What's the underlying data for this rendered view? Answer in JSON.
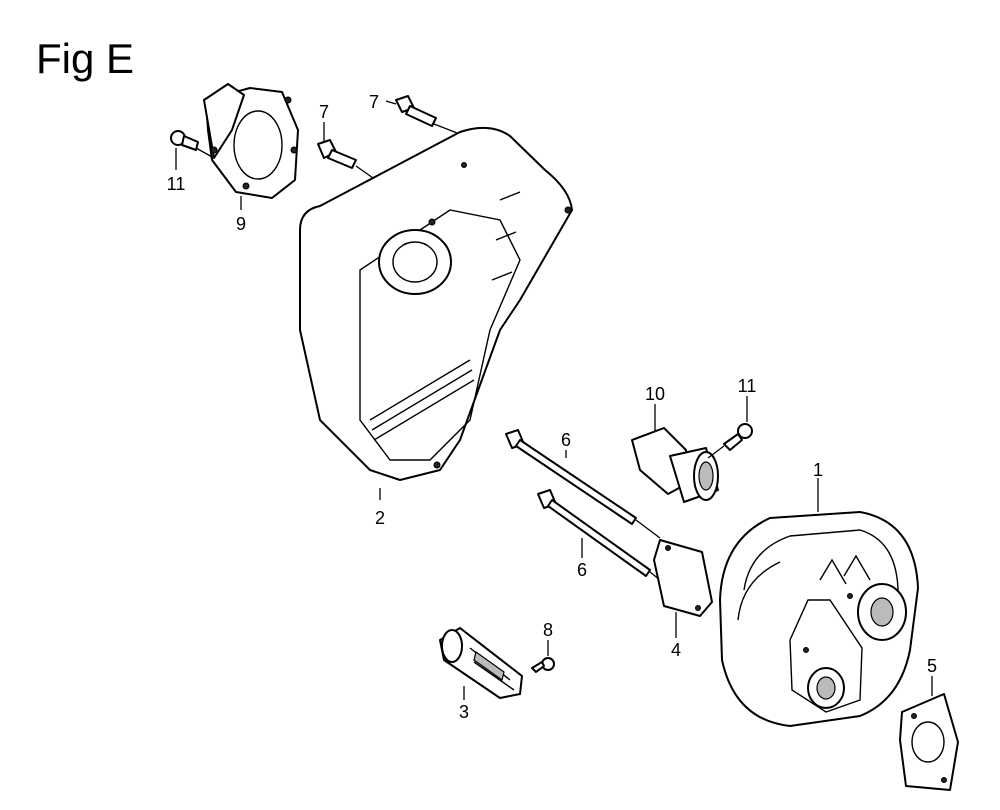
{
  "figure": {
    "title": "Fig E"
  },
  "callouts": [
    {
      "id": "c1",
      "label": "1"
    },
    {
      "id": "c2",
      "label": "2"
    },
    {
      "id": "c3",
      "label": "3"
    },
    {
      "id": "c4",
      "label": "4"
    },
    {
      "id": "c5",
      "label": "5"
    },
    {
      "id": "c6a",
      "label": "6"
    },
    {
      "id": "c6b",
      "label": "6"
    },
    {
      "id": "c7a",
      "label": "7"
    },
    {
      "id": "c7b",
      "label": "7"
    },
    {
      "id": "c8",
      "label": "8"
    },
    {
      "id": "c9",
      "label": "9"
    },
    {
      "id": "c10",
      "label": "10"
    },
    {
      "id": "c11a",
      "label": "11"
    },
    {
      "id": "c11b",
      "label": "11"
    }
  ]
}
